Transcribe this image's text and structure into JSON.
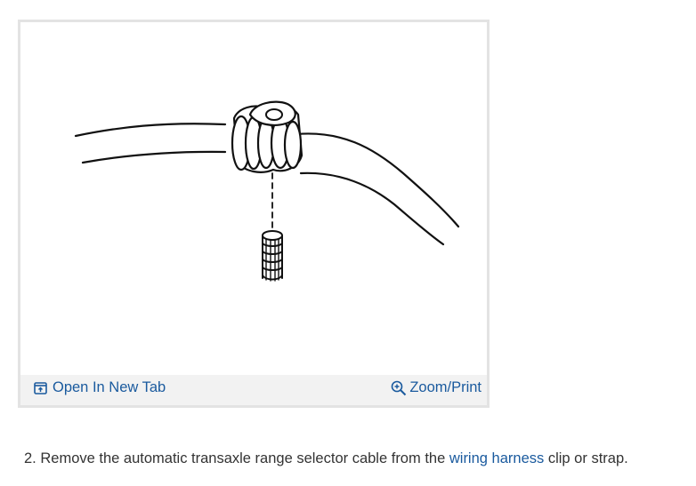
{
  "figure": {
    "open_tab_label": "Open In New Tab",
    "open_tab_icon": "open-in-new-tab-icon",
    "zoom_label": "Zoom/Print",
    "zoom_icon": "zoom-in-icon"
  },
  "step": {
    "number": "2.",
    "text_before": "Remove the automatic transaxle range selector cable from the",
    "link_text": "wiring harness",
    "text_after": "clip or strap."
  },
  "colors": {
    "link": "#1a5a9e",
    "toolbar_bg": "#f2f2f2",
    "card_border": "#e3e3e3",
    "body_text": "#333333"
  }
}
